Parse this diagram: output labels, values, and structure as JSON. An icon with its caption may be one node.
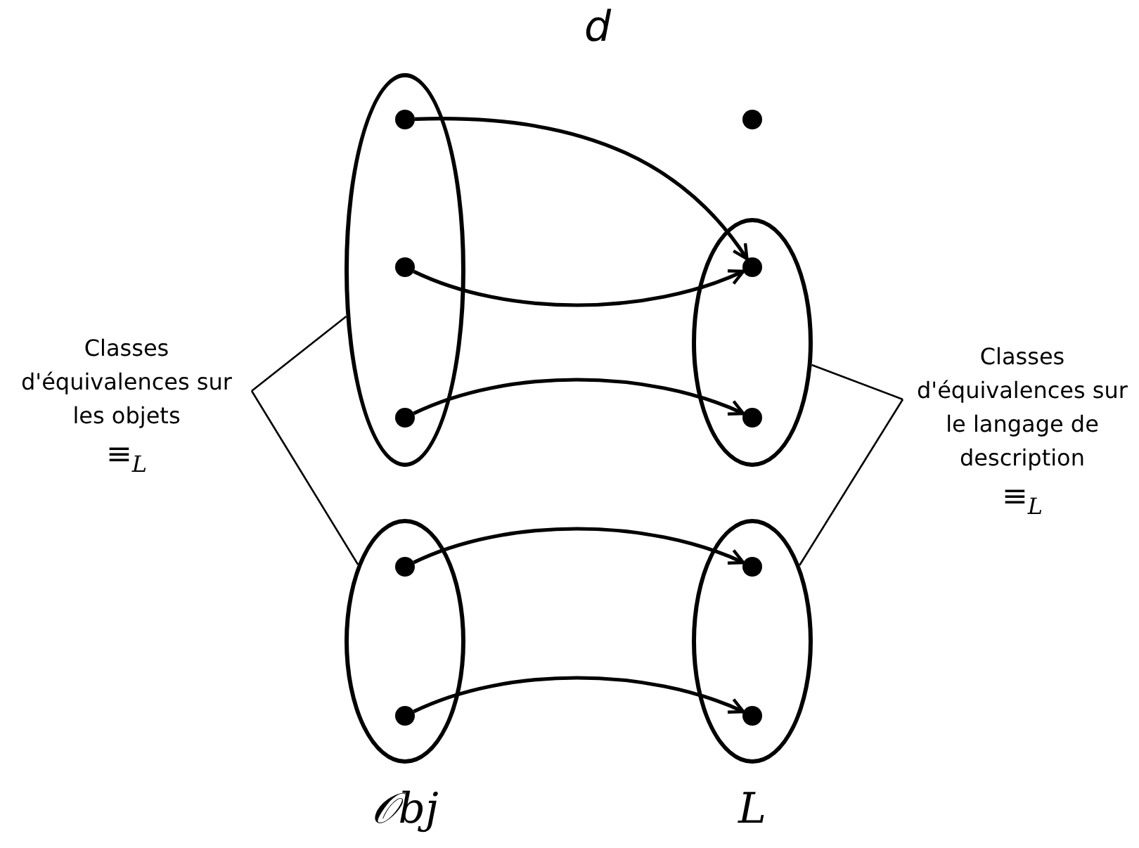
{
  "diagram": {
    "nodes": [
      {
        "text": [],
        "shape": "ellipse"
      },
      {
        "text": [],
        "shape": "circle",
        "in": 0
      },
      {
        "text": [],
        "shape": "circle",
        "in": 0
      },
      {
        "text": [],
        "shape": "circle",
        "in": 0
      },
      {
        "text": [],
        "shape": "ellipse"
      },
      {
        "text": [],
        "shape": "circle",
        "in": 4
      },
      {
        "text": [],
        "shape": "circle",
        "in": 4
      },
      {
        "text": [],
        "shape": "circle"
      },
      {
        "text": [],
        "shape": "ellipse"
      },
      {
        "text": [],
        "shape": "circle",
        "in": 8
      },
      {
        "text": [],
        "shape": "circle",
        "in": 8
      },
      {
        "text": [],
        "shape": "ellipse"
      },
      {
        "text": [],
        "shape": "circle",
        "in": 11
      },
      {
        "text": [],
        "shape": "circle",
        "in": 11
      },
      {
        "text": [
          "Classes d'équivalences sur les objets",
          "≡$_{L}$"
        ]
      },
      {
        "text": [
          "Classes d'équivalences sur le langage de description",
          "≡$_{L}$"
        ]
      }
    ],
    "edges": [
      {
        "from": 1,
        "to": 9,
        "arrow": "to"
      },
      {
        "from": 2,
        "to": 9,
        "arrow": "to"
      },
      {
        "from": 3,
        "to": 10,
        "arrow": "to"
      },
      {
        "from": 5,
        "to": 12,
        "arrow": "to"
      },
      {
        "from": 6,
        "to": 13,
        "arrow": "to"
      },
      {
        "from": 14,
        "to": 0,
        "arrow": "none"
      },
      {
        "from": 14,
        "to": 4,
        "arrow": "none"
      },
      {
        "from": 15,
        "to": 8,
        "arrow": "none"
      },
      {
        "from": 15,
        "to": 11,
        "arrow": "none"
      }
    ],
    "labels": [
      "d",
      "𝒪bj",
      "L"
    ]
  }
}
